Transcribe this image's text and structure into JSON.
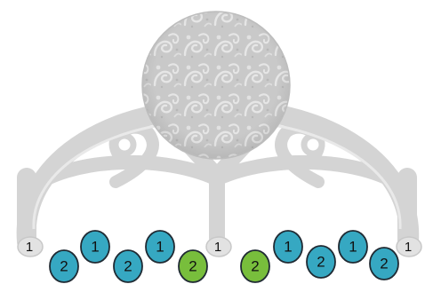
{
  "frame": {
    "frame_color": "#d4d4d4",
    "frame_highlight": "#e9e9e9",
    "medallion_color": "#c7c7c7",
    "medallion_pattern_color": "#e4e4e4"
  },
  "posts": [
    {
      "label": "1"
    },
    {
      "label": "1"
    },
    {
      "label": "1"
    }
  ],
  "beads": [
    {
      "label": "2",
      "color": "#36a8c2"
    },
    {
      "label": "1",
      "color": "#36a8c2"
    },
    {
      "label": "2",
      "color": "#36a8c2"
    },
    {
      "label": "1",
      "color": "#36a8c2"
    },
    {
      "label": "2",
      "color": "#78be3c"
    },
    {
      "label": "2",
      "color": "#78be3c"
    },
    {
      "label": "1",
      "color": "#36a8c2"
    },
    {
      "label": "2",
      "color": "#36a8c2"
    },
    {
      "label": "1",
      "color": "#36a8c2"
    },
    {
      "label": "2",
      "color": "#36a8c2"
    }
  ],
  "bead_outline": "#1f2a33"
}
